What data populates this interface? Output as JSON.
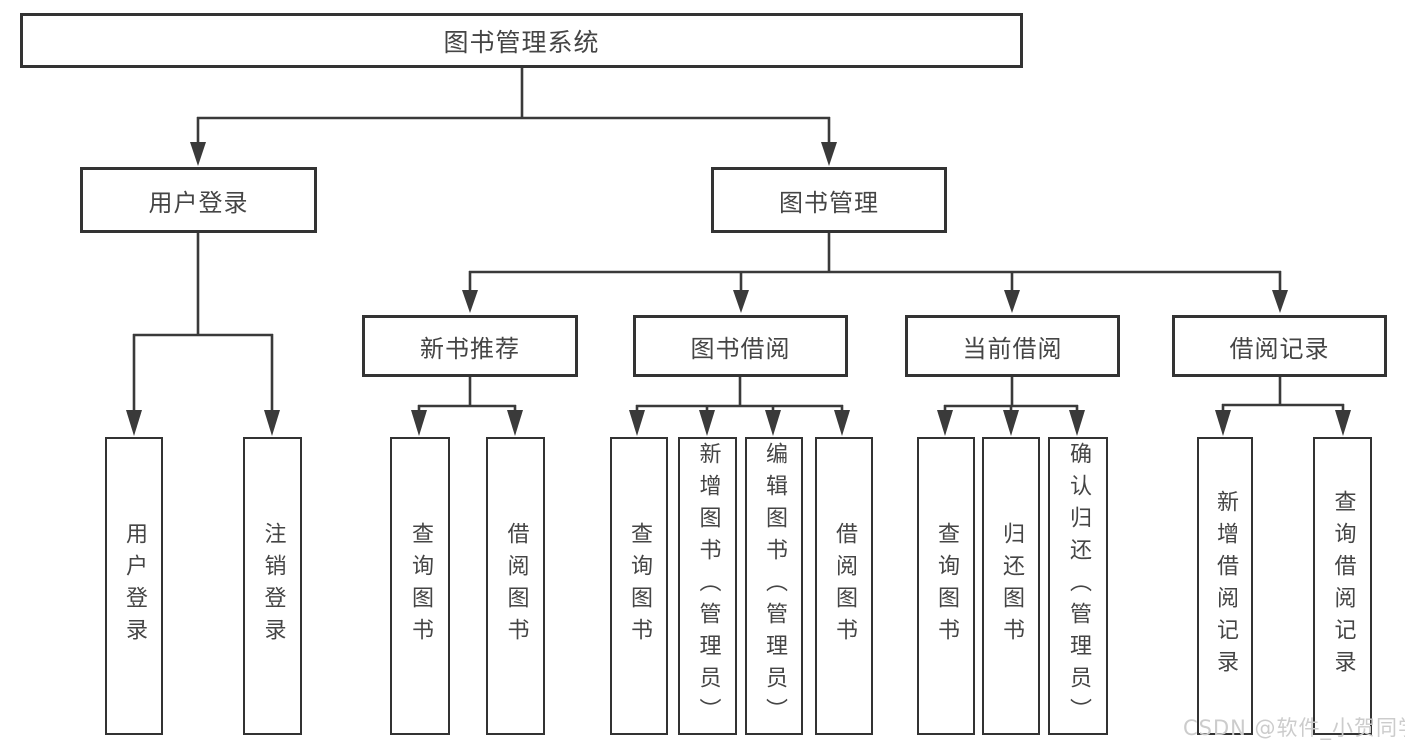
{
  "diagram": {
    "type": "hierarchy-tree",
    "line_color": "#3a3a3a",
    "box_border_color": "#333333",
    "text_color": "#454545",
    "background": "#ffffff",
    "nodes": {
      "root": {
        "label": "图书管理系统",
        "level": 1
      },
      "user_login": {
        "label": "用户登录",
        "level": 2
      },
      "book_mgmt": {
        "label": "图书管理",
        "level": 2
      },
      "login": {
        "label": "用户登录",
        "level": 4,
        "orientation": "vertical"
      },
      "logout": {
        "label": "注销登录",
        "level": 4,
        "orientation": "vertical"
      },
      "new_books": {
        "label": "新书推荐",
        "level": 3
      },
      "borrow": {
        "label": "图书借阅",
        "level": 3
      },
      "current": {
        "label": "当前借阅",
        "level": 3
      },
      "records": {
        "label": "借阅记录",
        "level": 3
      },
      "nb_query": {
        "label": "查询图书",
        "level": 4,
        "orientation": "vertical"
      },
      "nb_borrow": {
        "label": "借阅图书",
        "level": 4,
        "orientation": "vertical"
      },
      "bw_query": {
        "label": "查询图书",
        "level": 4,
        "orientation": "vertical"
      },
      "bw_add": {
        "label": "新增图书（管理员）",
        "level": 4,
        "orientation": "vertical"
      },
      "bw_edit": {
        "label": "编辑图书（管理员）",
        "level": 4,
        "orientation": "vertical"
      },
      "bw_borrow": {
        "label": "借阅图书",
        "level": 4,
        "orientation": "vertical"
      },
      "cur_query": {
        "label": "查询图书",
        "level": 4,
        "orientation": "vertical"
      },
      "cur_return": {
        "label": "归还图书",
        "level": 4,
        "orientation": "vertical"
      },
      "cur_confirm": {
        "label": "确认归还（管理员）",
        "level": 4,
        "orientation": "vertical"
      },
      "rec_add": {
        "label": "新增借阅记录",
        "level": 4,
        "orientation": "vertical"
      },
      "rec_query": {
        "label": "查询借阅记录",
        "level": 4,
        "orientation": "vertical"
      }
    },
    "hierarchy": {
      "root": [
        "user_login",
        "book_mgmt"
      ],
      "user_login": [
        "login",
        "logout"
      ],
      "book_mgmt": [
        "new_books",
        "borrow",
        "current",
        "records"
      ],
      "new_books": [
        "nb_query",
        "nb_borrow"
      ],
      "borrow": [
        "bw_query",
        "bw_add",
        "bw_edit",
        "bw_borrow"
      ],
      "current": [
        "cur_query",
        "cur_return",
        "cur_confirm"
      ],
      "records": [
        "rec_add",
        "rec_query"
      ]
    },
    "watermark": {
      "text": "CSDN @软件_小贺同学",
      "color": "#cccccc"
    }
  }
}
